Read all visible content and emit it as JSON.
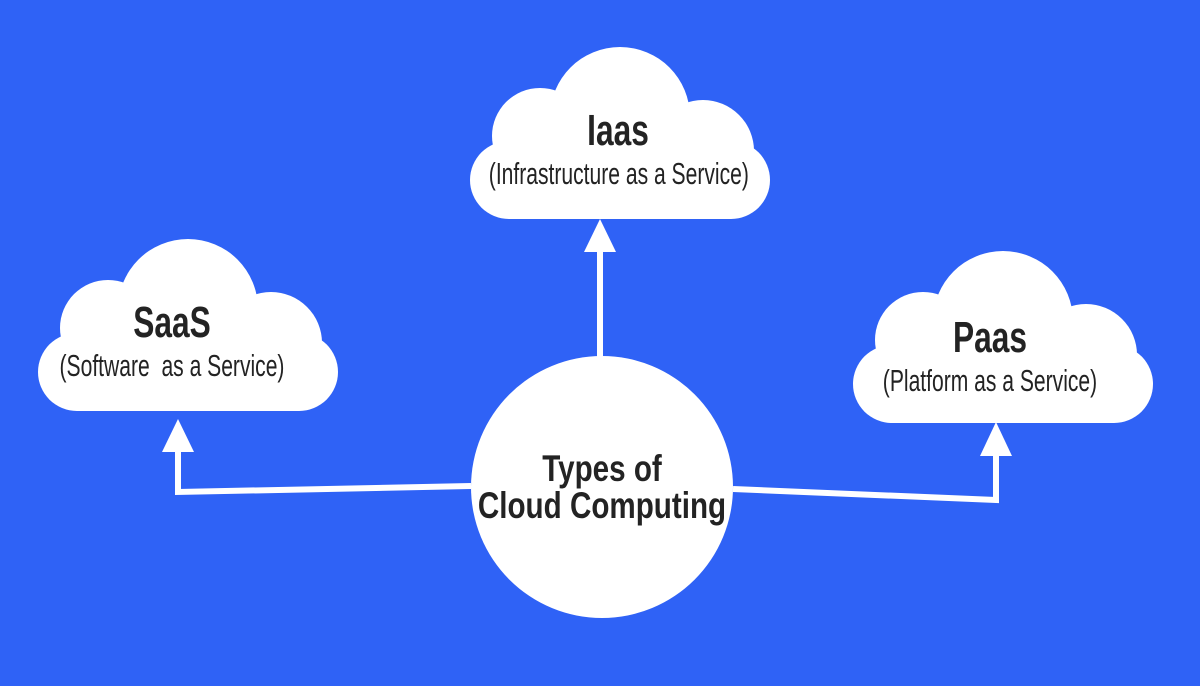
{
  "colors": {
    "background": "#2F62F6",
    "shapes": "#FFFFFF",
    "text": "#232323"
  },
  "center_node": {
    "line1": "Types of",
    "line2": "Cloud Computing"
  },
  "nodes": {
    "iaas": {
      "title": "Iaas",
      "subtitle": "(Infrastructure as a Service)"
    },
    "saas": {
      "title": "SaaS",
      "subtitle": "(Software  as a Service)"
    },
    "paas": {
      "title": "Paas",
      "subtitle": "(Platform as a Service)"
    }
  }
}
